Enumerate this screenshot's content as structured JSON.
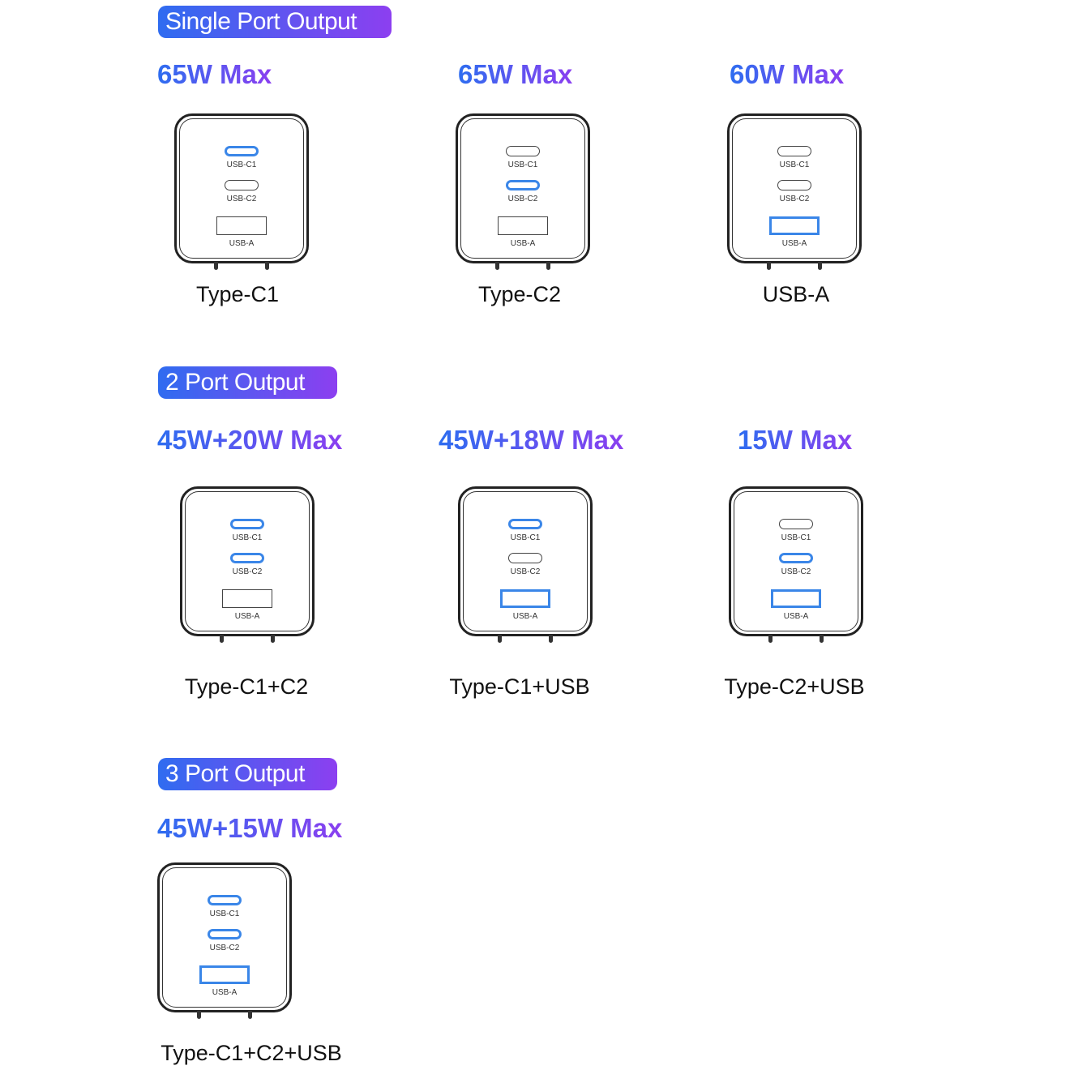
{
  "port_labels": {
    "c1": "USB-C1",
    "c2": "USB-C2",
    "a": "USB-A"
  },
  "groups": [
    {
      "heading": "Single Port Output",
      "items": [
        {
          "power": "65W Max",
          "mode": "Type-C1",
          "active": [
            "c1"
          ]
        },
        {
          "power": "65W Max",
          "mode": "Type-C2",
          "active": [
            "c2"
          ]
        },
        {
          "power": "60W Max",
          "mode": "USB-A",
          "active": [
            "a"
          ]
        }
      ]
    },
    {
      "heading": "2 Port Output",
      "items": [
        {
          "power": "45W+20W Max",
          "mode": "Type-C1+C2",
          "active": [
            "c1",
            "c2"
          ]
        },
        {
          "power": "45W+18W Max",
          "mode": "Type-C1+USB",
          "active": [
            "c1",
            "a"
          ]
        },
        {
          "power": "15W Max",
          "mode": "Type-C2+USB",
          "active": [
            "c2",
            "a"
          ]
        }
      ]
    },
    {
      "heading": "3 Port Output",
      "items": [
        {
          "power": "45W+15W Max",
          "mode": "Type-C1+C2+USB",
          "active": [
            "c1",
            "c2",
            "a"
          ]
        }
      ]
    }
  ],
  "colors": {
    "active_port": "#3a86e8",
    "gradient_start": "#2f6cf0",
    "gradient_end": "#8c3ff0"
  }
}
